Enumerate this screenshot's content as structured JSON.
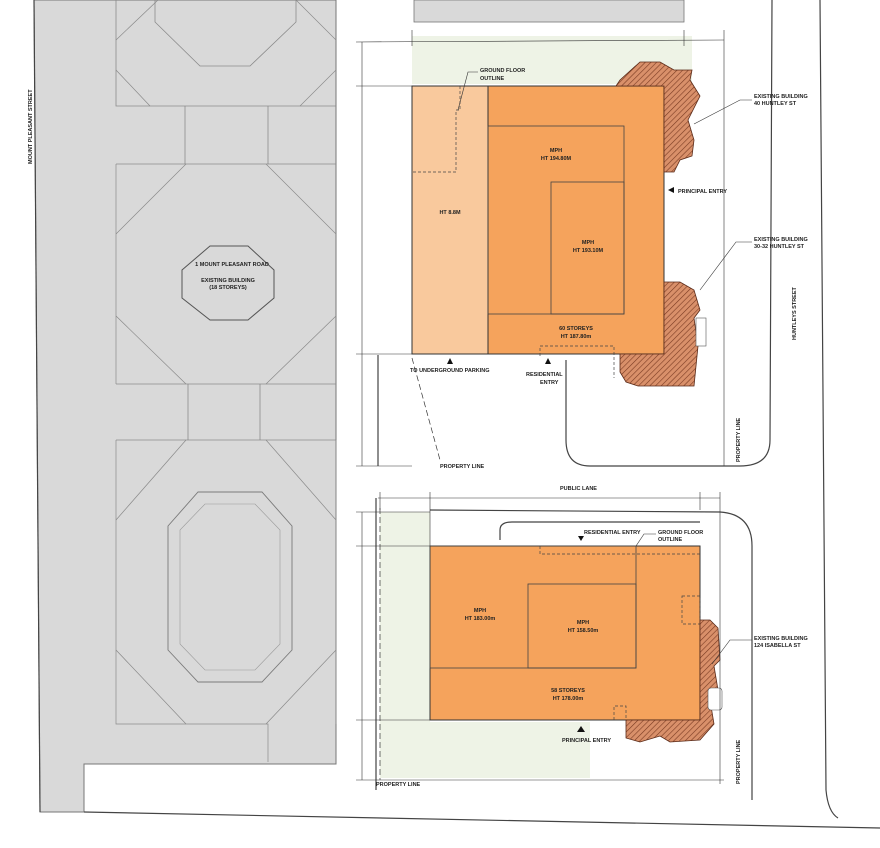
{
  "colors": {
    "block": "#d9d9d9",
    "block_stroke": "#8a8a8a",
    "tower": "#f5a35c",
    "podium": "#f9c99d",
    "existing": "#d9906a",
    "landscape": "#eef3e6",
    "road_line": "#444444"
  },
  "streets": {
    "mount_pleasant": "MOUNT PLEASANT STREET",
    "huntley": "HUNTLEYS STREET",
    "public_lane": "PUBLIC LANE"
  },
  "existing_block": {
    "name_line1": "1 MOUNT PLEASANT ROAD",
    "name_line2": "EXISTING BUILDING",
    "name_line3": "(18 STOREYS)"
  },
  "north_site": {
    "podium_label": "HT 8.8M",
    "mph1_line1": "MPH",
    "mph1_line2": "HT 194.80M",
    "mph2_line1": "MPH",
    "mph2_line2": "HT 193.10M",
    "storeys_line1": "60 STOREYS",
    "storeys_line2": "HT 187.80m",
    "ground_floor_line1": "GROUND FLOOR",
    "ground_floor_line2": "OUTLINE",
    "principal_entry": "PRINCIPAL ENTRY",
    "parking": "TO UNDERGROUND PARKING",
    "residential_line1": "RESIDENTIAL",
    "residential_line2": "ENTRY",
    "property_line": "PROPERTY LINE",
    "existing_a_line1": "EXISTING BUILDING",
    "existing_a_line2": "40 HUNTLEY ST",
    "existing_b_line1": "EXISTING BUILDING",
    "existing_b_line2": "30-32 HUNTLEY ST",
    "property_line_vertical": "PROPERTY LINE"
  },
  "south_site": {
    "residential_entry": "RESIDENTIAL ENTRY",
    "ground_floor_line1": "GROUND FLOOR",
    "ground_floor_line2": "OUTLINE",
    "mph1_line1": "MPH",
    "mph1_line2": "HT 183.00m",
    "mph2_line1": "MPH",
    "mph2_line2": "HT 158.50m",
    "storeys_line1": "58 STOREYS",
    "storeys_line2": "HT 178.00m",
    "principal_entry": "PRINCIPAL ENTRY",
    "property_line": "PROPERTY LINE",
    "property_line_vertical": "PROPERTY LINE",
    "existing_line1": "EXISTING BUILDING",
    "existing_line2": "124 ISABELLA ST"
  }
}
